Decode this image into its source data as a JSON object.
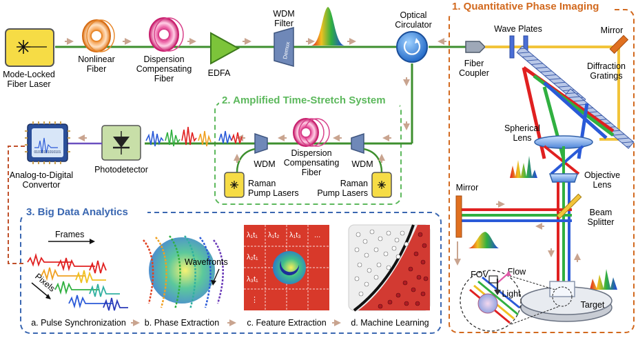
{
  "sections": {
    "qpi_title": "1. Quantitative Phase Imaging",
    "tsa_title": "2. Amplified  Time-Stretch System",
    "bda_title": "3. Big Data Analytics"
  },
  "source": {
    "laser_label_1": "Mode-Locked",
    "laser_label_2": "Fiber Laser",
    "nonlinear_1": "Nonlinear",
    "nonlinear_2": "Fiber",
    "dcf_1": "Dispersion",
    "dcf_2": "Compensating",
    "dcf_3": "Fiber",
    "edfa": "EDFA",
    "wdm_filter_1": "WDM",
    "wdm_filter_2": "Filter",
    "demux": "Demux",
    "circ_1": "Optical",
    "circ_2": "Circulator"
  },
  "qpi": {
    "fiber_coupler_1": "Fiber",
    "fiber_coupler_2": "Coupler",
    "wave_plates": "Wave Plates",
    "mirror_top": "Mirror",
    "diffraction_1": "Diffraction",
    "diffraction_2": "Gratings",
    "spherical_1": "Spherical",
    "spherical_2": "Lens",
    "objective_1": "Objective",
    "objective_2": "Lens",
    "mirror_left": "Mirror",
    "beam_1": "Beam",
    "beam_2": "Splitter",
    "fov": "FOV",
    "flow": "Flow",
    "light": "Light",
    "target": "Target"
  },
  "tsa": {
    "dcf_1": "Dispersion",
    "dcf_2": "Compensating",
    "dcf_3": "Fiber",
    "wdm_left": "WDM",
    "wdm_right": "WDM",
    "raman_left_1": "Raman",
    "raman_left_2": "Pump Lasers",
    "raman_right_1": "Raman",
    "raman_right_2": "Pump Lasers"
  },
  "detect": {
    "adc_1": "Analog-to-Digital",
    "adc_2": "Convertor",
    "adc_chip_text": "01010101010101",
    "photodetector": "Photodetector"
  },
  "analytics": {
    "frames": "Frames",
    "pixels": "Pixels",
    "wavefronts": "Wavefronts",
    "step_a": "a. Pulse Synchronization",
    "step_b": "b. Phase Extraction",
    "step_c": "c. Feature Extraction",
    "step_d": "d. Machine Learning",
    "grid_r1c1": "λ₁t₁",
    "grid_r1c2": "λ₁t₂",
    "grid_r1c3": "λ₁t₃",
    "grid_dots_h": "...",
    "grid_r2c1": "λ₂t₁",
    "grid_r3c1": "λ₃t₁",
    "grid_dots_v": "⋮"
  },
  "colors": {
    "fiber_green": "#3d8f2e",
    "orange_frame": "#d2691e",
    "green_frame": "#5cb85c",
    "blue_frame": "#3a67b1",
    "laser_yellow": "#f6dc45",
    "arrow_tan": "#c9a48f"
  }
}
